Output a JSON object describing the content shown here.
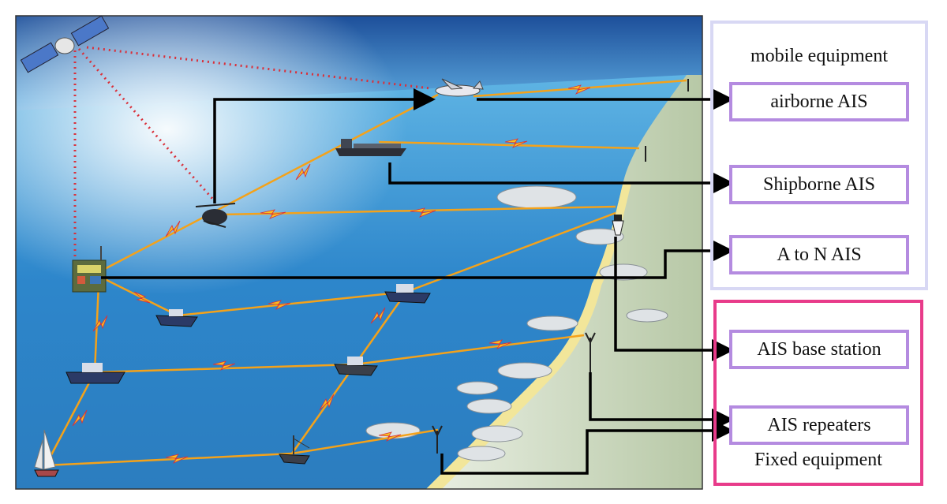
{
  "mobile_group": {
    "title": "mobile equipment",
    "items": [
      {
        "label": "airborne AIS"
      },
      {
        "label": "Shipborne AIS"
      },
      {
        "label": "A to N AIS"
      }
    ]
  },
  "fixed_group": {
    "title": "Fixed equipment",
    "items": [
      {
        "label": "AIS base station"
      },
      {
        "label": "AIS repeaters"
      }
    ]
  },
  "colors": {
    "mobile_frame": "#d8d8f4",
    "fixed_frame": "#e83b8a",
    "label_border": "#b48be0",
    "sea": "#2f86c9",
    "link": "#f4a21a",
    "satellite_beam": "#d9303a",
    "arrow": "#000000"
  },
  "icons": [
    "satellite-icon",
    "airplane-icon",
    "helicopter-icon",
    "cargo-ship-icon",
    "oil-platform-icon",
    "patrol-boat-icon",
    "fishing-boat-icon",
    "sailboat-icon",
    "antenna-tower-icon",
    "lighthouse-icon"
  ]
}
